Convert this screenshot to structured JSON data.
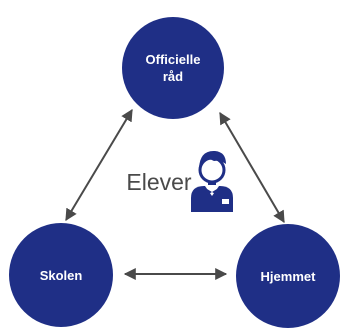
{
  "nodes": {
    "top": {
      "line1": "Officielle",
      "line2": "råd"
    },
    "left": {
      "label": "Skolen"
    },
    "right": {
      "label": "Hjemmet"
    }
  },
  "center": {
    "label": "Elever",
    "icon": "student-icon"
  },
  "colors": {
    "node": "#1f2f86",
    "arrow": "#4a4a4a",
    "text_on_node": "#ffffff",
    "center_text": "#4a4a4a"
  }
}
